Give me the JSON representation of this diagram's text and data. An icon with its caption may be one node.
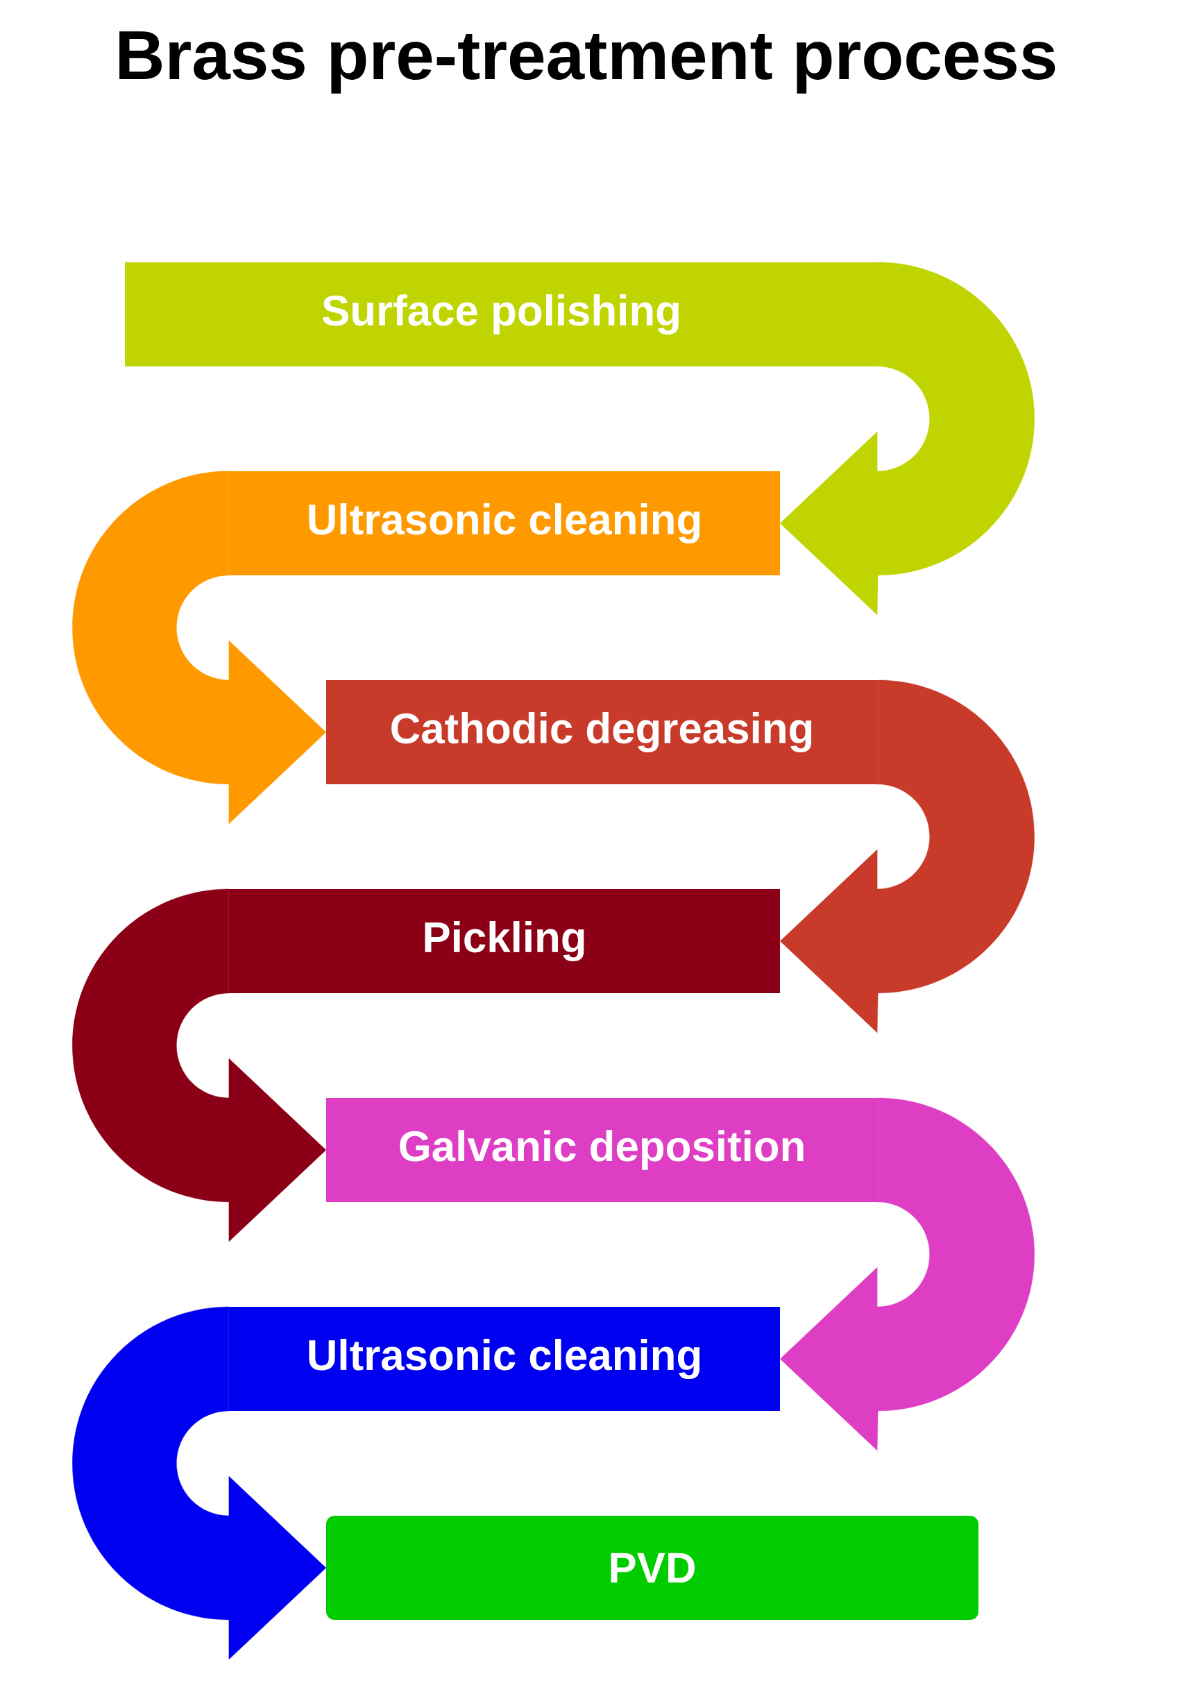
{
  "diagram": {
    "title": "Brass pre-treatment process",
    "nodes": [
      {
        "text": [
          "Surface polishing"
        ]
      },
      {
        "text": [
          "Ultrasonic cleaning"
        ]
      },
      {
        "text": [
          "Cathodic degreasing"
        ]
      },
      {
        "text": [
          "Pickling"
        ]
      },
      {
        "text": [
          "Galvanic deposition"
        ]
      },
      {
        "text": [
          "Ultrasonic cleaning"
        ]
      },
      {
        "text": [
          "PVD"
        ]
      }
    ],
    "edges": [
      {
        "from": 0,
        "to": 1,
        "arrow": "to",
        "color": "#bfd400"
      },
      {
        "from": 1,
        "to": 2,
        "arrow": "to",
        "color": "#ff9900"
      },
      {
        "from": 2,
        "to": 3,
        "arrow": "to",
        "color": "#c83a2a"
      },
      {
        "from": 3,
        "to": 4,
        "arrow": "to",
        "color": "#8b0016"
      },
      {
        "from": 4,
        "to": 5,
        "arrow": "to",
        "color": "#dd3ec4"
      },
      {
        "from": 5,
        "to": 6,
        "arrow": "to",
        "color": "#0000f0"
      }
    ]
  }
}
